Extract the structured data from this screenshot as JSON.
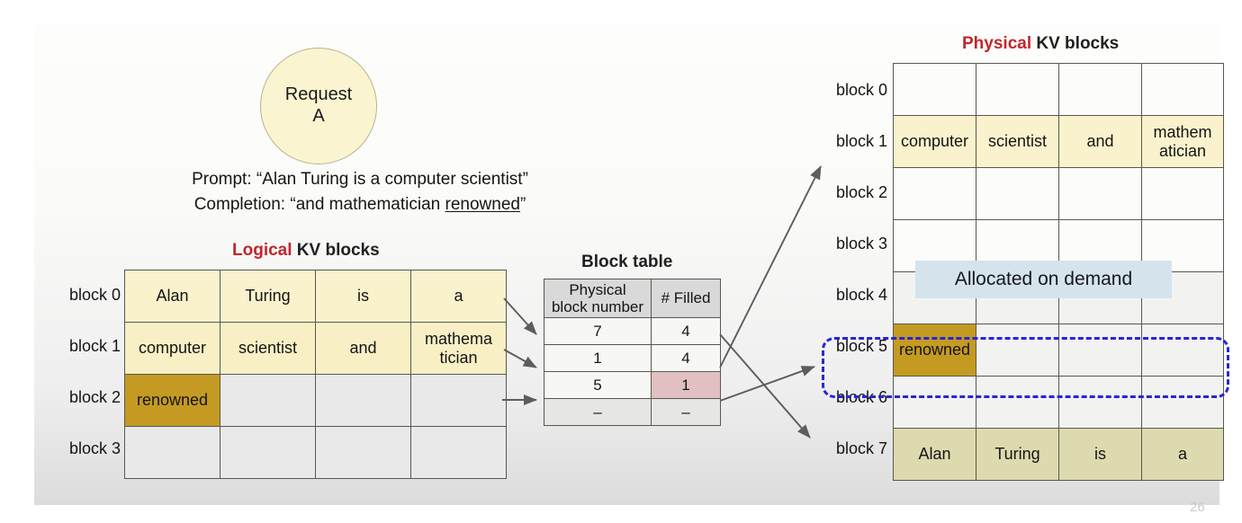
{
  "slide": {
    "page_number": "26"
  },
  "request": {
    "line1": "Request",
    "line2": "A"
  },
  "prompt": {
    "line1": "Prompt: “Alan Turing is a computer scientist”",
    "completion_prefix": "Completion: “and mathematician ",
    "completion_underlined": "renowned",
    "completion_suffix": "”"
  },
  "logical": {
    "title_strong": "Logical",
    "title_rest": " KV blocks",
    "row_labels": [
      "block 0",
      "block 1",
      "block 2",
      "block 3"
    ],
    "rows": [
      [
        "Alan",
        "Turing",
        "is",
        "a"
      ],
      [
        "computer",
        "scientist",
        "and",
        "mathema\ntician"
      ],
      [
        "renowned",
        "",
        "",
        ""
      ],
      [
        "",
        "",
        "",
        ""
      ]
    ]
  },
  "block_table": {
    "title": "Block table",
    "headers": [
      "Physical\nblock number",
      "# Filled"
    ],
    "rows": [
      {
        "physical": "7",
        "filled": "4"
      },
      {
        "physical": "1",
        "filled": "4"
      },
      {
        "physical": "5",
        "filled": "1"
      },
      {
        "physical": "–",
        "filled": "–"
      }
    ]
  },
  "physical": {
    "title_strong": "Physical",
    "title_rest": " KV blocks",
    "row_labels": [
      "block 0",
      "block 1",
      "block 2",
      "block 3",
      "block 4",
      "block 5",
      "block 6",
      "block 7"
    ],
    "rows": [
      [
        "",
        "",
        "",
        ""
      ],
      [
        "computer",
        "scientist",
        "and",
        "mathem\natician"
      ],
      [
        "",
        "",
        "",
        ""
      ],
      [
        "",
        "",
        "",
        ""
      ],
      [
        "",
        "",
        "",
        ""
      ],
      [
        "renowned",
        "",
        "",
        ""
      ],
      [
        "",
        "",
        "",
        ""
      ],
      [
        "Alan",
        "Turing",
        "is",
        "a"
      ]
    ]
  },
  "annotation": {
    "allocated_on_demand": "Allocated on demand"
  },
  "colors": {
    "title_red": "#c0272d",
    "filled_yellow": "#faf2cd",
    "khaki": "#dedaaf",
    "gold_highlight": "#c49a22",
    "pink_cell": "#e2c0c1",
    "callout_blue": "#d5e3ed",
    "dashed_blue": "#2626d8",
    "grid_line": "#585850"
  }
}
